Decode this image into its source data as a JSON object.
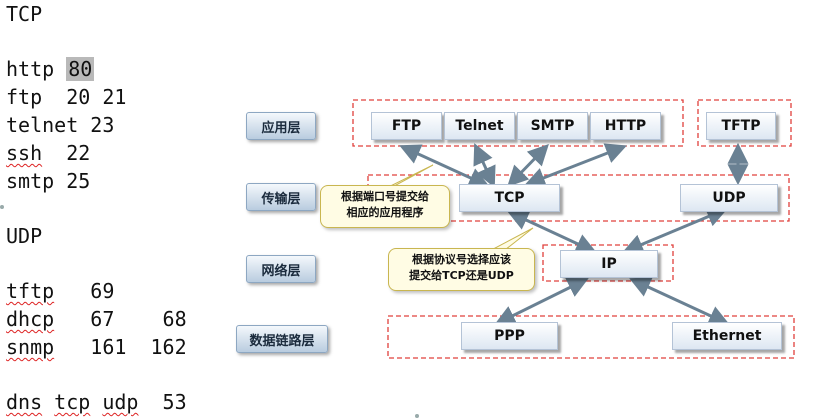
{
  "notes": {
    "tcp_heading": "TCP",
    "http": "http",
    "http_port": "80",
    "ftp": "ftp  20 21",
    "telnet": "telnet 23",
    "ssh_name": "ssh",
    "ssh_port": "  22",
    "smtp": "smtp 25",
    "udp_heading": "UDP",
    "tftp_name": "tftp",
    "tftp_port": "   69",
    "dhcp_name": "dhcp",
    "dhcp_ports": "   67    68",
    "snmp_name": "snmp",
    "snmp_ports": "   161  162",
    "dns_name": "dns",
    "dns_tcp": "tcp",
    "dns_udp": "udp",
    "dns_port": "  53"
  },
  "layers": [
    "应用层",
    "传输层",
    "网络层",
    "数据链路层"
  ],
  "protocols": {
    "ftp": "FTP",
    "telnet": "Telnet",
    "smtp": "SMTP",
    "http": "HTTP",
    "tftp": "TFTP",
    "tcp": "TCP",
    "udp": "UDP",
    "ip": "IP",
    "ppp": "PPP",
    "ethernet": "Ethernet"
  },
  "callouts": {
    "port": [
      "根据端口号提交给",
      "相应的应用程序"
    ],
    "protocol": [
      "根据协议号选择应该",
      "提交给TCP还是UDP"
    ]
  },
  "colors": {
    "dash": "#e0403c",
    "arrow": "#6a8193",
    "callout_fill": "#fffce4"
  }
}
